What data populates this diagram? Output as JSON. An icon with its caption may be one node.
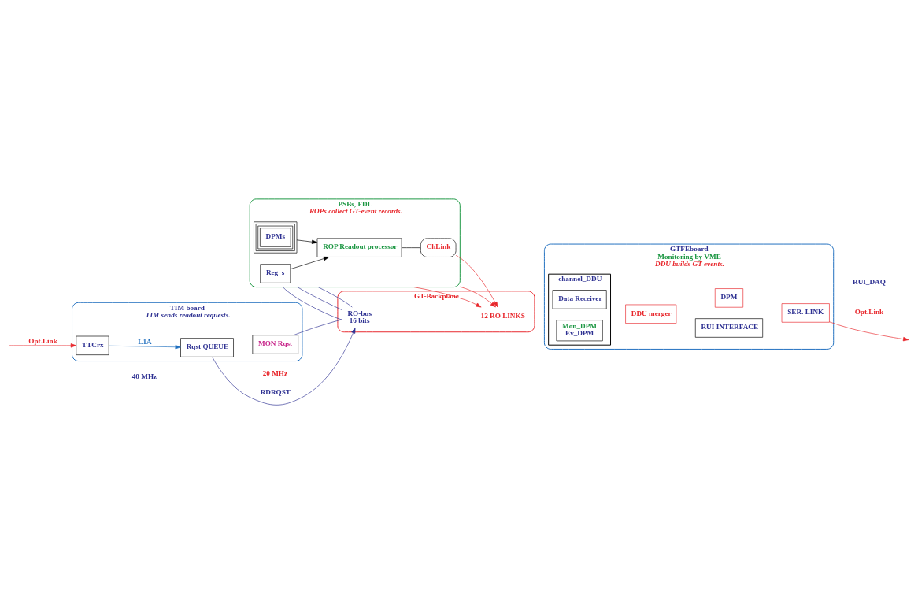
{
  "diagram": {
    "nodes": [
      {
        "text": [
          "TIM board",
          "TIM sends readout requests."
        ]
      },
      {
        "text": [
          "TTCrx"
        ],
        "in": 0
      },
      {
        "text": [
          "Rqst QUEUE"
        ],
        "in": 0
      },
      {
        "text": [
          "MON Rqst"
        ],
        "in": 0
      },
      {
        "text": [
          "GT-Backplane"
        ]
      },
      {
        "text": [
          "RO-bus",
          "16 bits"
        ],
        "in": 4
      },
      {
        "text": [
          "PSBs, FDL",
          "ROPs collect GT-event records."
        ]
      },
      {
        "text": [
          "Reg  s"
        ],
        "in": 6
      },
      {
        "text": [
          "ROP Readout processor"
        ],
        "in": 6
      },
      {
        "text": [
          "DPMs"
        ],
        "in": 6
      },
      {
        "text": [
          "ChLink"
        ],
        "in": 6
      },
      {
        "text": [
          "12 RO LINKS"
        ],
        "in": 4
      },
      {
        "text": [
          "GTFEboard",
          "Monitoring by VME",
          "DDU builds GT events."
        ]
      },
      {
        "text": [
          "channel_DDU"
        ],
        "in": 12
      },
      {
        "text": [
          "Data Receiver"
        ],
        "in": 13
      },
      {
        "text": [
          "Mon_DPM",
          "Ev_DPM"
        ],
        "in": 13
      },
      {
        "text": [
          "RUI INTERFACE"
        ],
        "in": 12
      },
      {
        "text": [
          "DDU merger"
        ],
        "in": 12
      },
      {
        "text": [
          "DPM"
        ],
        "in": 12
      },
      {
        "text": [
          "SER. LINK"
        ],
        "in": 12
      }
    ],
    "edges": [
      {
        "from": null,
        "to": 1,
        "arrow": "to",
        "label": "Opt.Link",
        "color": "#e8262b"
      },
      {
        "from": 1,
        "to": 2,
        "arrow": "to",
        "label": "L1A",
        "color": "#1f6fbf"
      },
      {
        "from": 2,
        "to": 5,
        "arrow": "to",
        "label": "RDRQST",
        "color": "#2e3192"
      },
      {
        "from": 3,
        "to": 5,
        "arrow": "none",
        "color": "#2e3192"
      },
      {
        "from": 6,
        "to": 5,
        "arrow": "none",
        "color": "#2e3192"
      },
      {
        "from": 6,
        "to": 5,
        "arrow": "none",
        "color": "#2e3192"
      },
      {
        "from": 6,
        "to": 5,
        "arrow": "none",
        "color": "#2e3192"
      },
      {
        "from": 7,
        "to": 8,
        "arrow": "to",
        "color": "#000000"
      },
      {
        "from": 9,
        "to": 8,
        "arrow": "to",
        "color": "#000000"
      },
      {
        "from": 8,
        "to": 10,
        "arrow": "none",
        "color": "#000000"
      },
      {
        "from": 10,
        "to": 11,
        "arrow": "to",
        "color": "#e8262b"
      },
      {
        "from": 6,
        "to": 11,
        "arrow": "to",
        "color": "#e8262b"
      },
      {
        "from": 6,
        "to": 11,
        "arrow": "to",
        "color": "#e8262b"
      },
      {
        "from": 19,
        "to": null,
        "arrow": "to",
        "color": "#e8262b"
      }
    ],
    "labels": [
      "40 MHz",
      "20 MHz",
      "RUI_DAQ",
      "Opt.Link"
    ]
  }
}
